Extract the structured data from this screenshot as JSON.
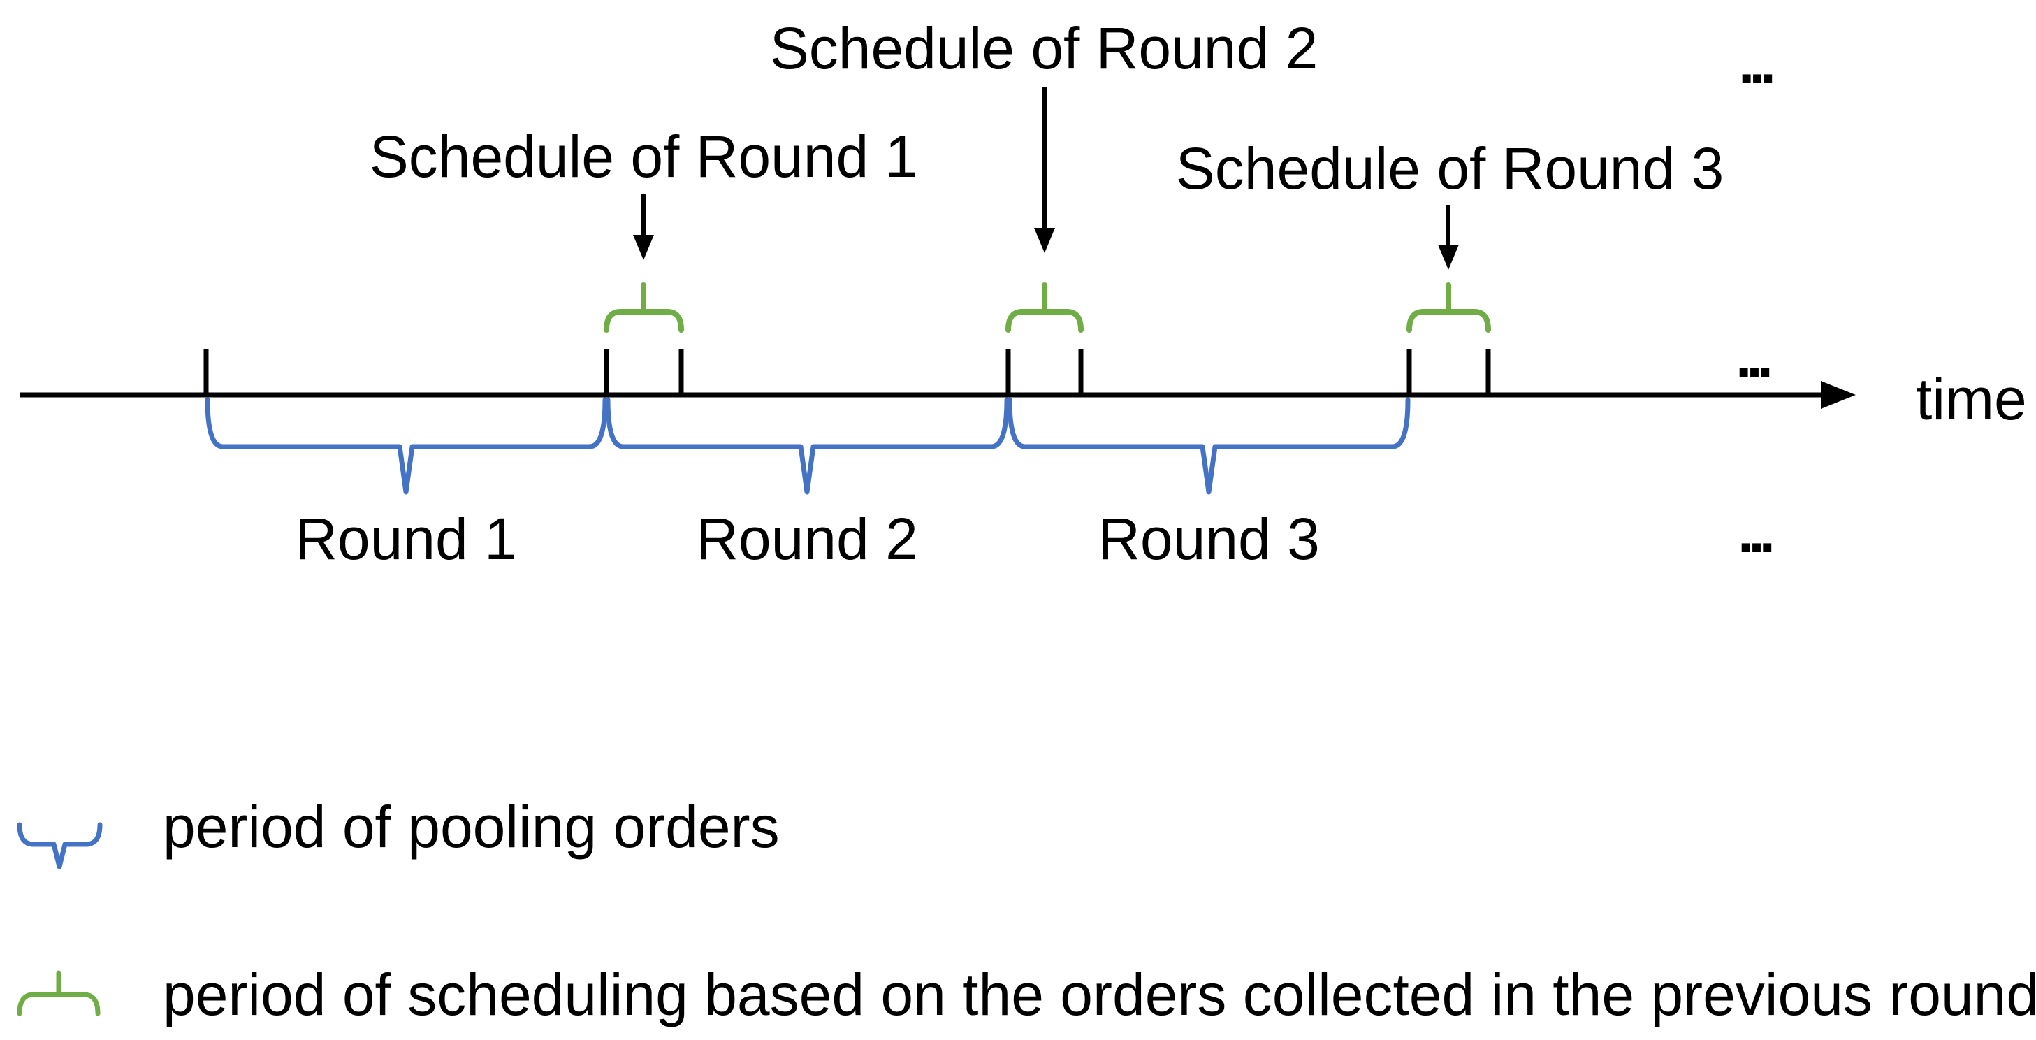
{
  "colors": {
    "pooling_blue": "#4472C4",
    "scheduling_green": "#70AD47",
    "ink": "#000000"
  },
  "axis": {
    "label": "time"
  },
  "ellipses": {
    "top": "...",
    "axis": "...",
    "rounds": "..."
  },
  "schedule_labels": [
    {
      "text": "Schedule of Round 1"
    },
    {
      "text": "Schedule of Round 2"
    },
    {
      "text": "Schedule of Round 3"
    }
  ],
  "round_labels": [
    {
      "text": "Round 1"
    },
    {
      "text": "Round 2"
    },
    {
      "text": "Round 3"
    }
  ],
  "legend": [
    {
      "icon": "blue-underbrace",
      "label": "period of pooling orders"
    },
    {
      "icon": "green-overbrace",
      "label": "period of scheduling based on the orders collected in the previous round"
    }
  ]
}
